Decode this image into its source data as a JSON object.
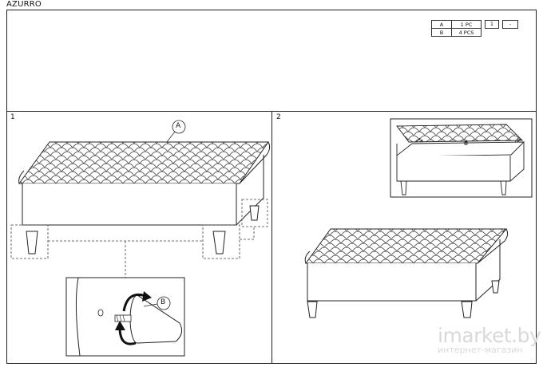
{
  "header": {
    "title": "AZURRO"
  },
  "parts_table": [
    {
      "key": "A",
      "qty": "1 PC"
    },
    {
      "key": "B",
      "qty": "4 PCS"
    }
  ],
  "page_box": {
    "current": "1",
    "separator": "-"
  },
  "steps": {
    "step1": "1",
    "step2": "2"
  },
  "callouts": {
    "a": "A",
    "b": "B"
  },
  "watermark": {
    "brand": "imarket.by",
    "subtitle": "интернет-магазин"
  }
}
